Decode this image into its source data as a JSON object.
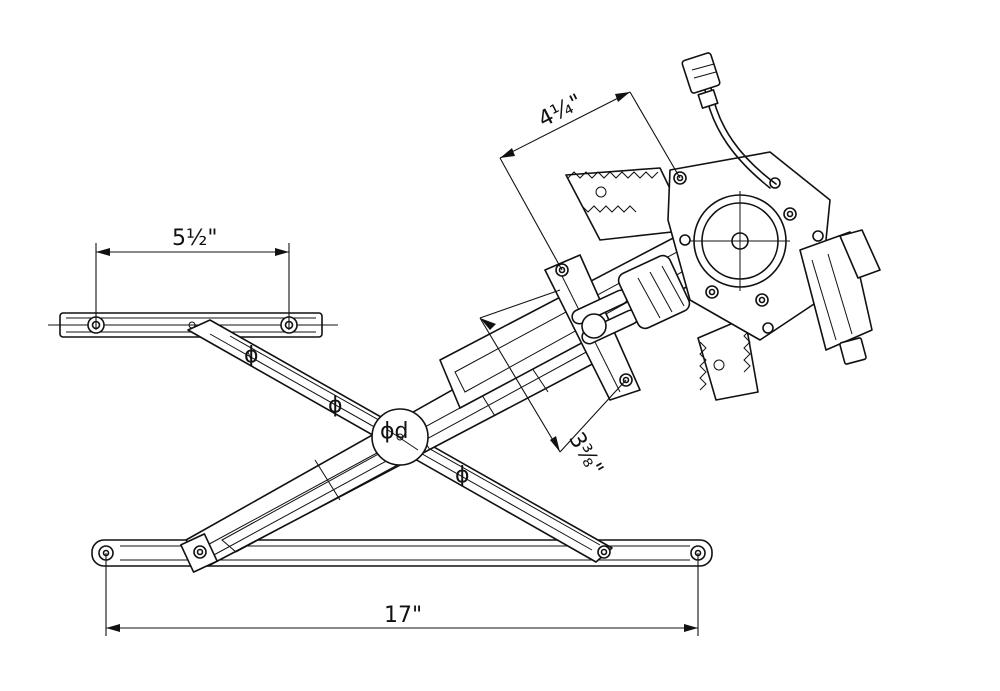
{
  "dimensions": {
    "top_bracket_width": "5½\"",
    "overall_length": "17\"",
    "gear_plate_width": "4¼\"",
    "rail_width": "3⅜\""
  },
  "icons": {
    "motor": "motor-icon",
    "connector": "connector-plug-icon"
  }
}
